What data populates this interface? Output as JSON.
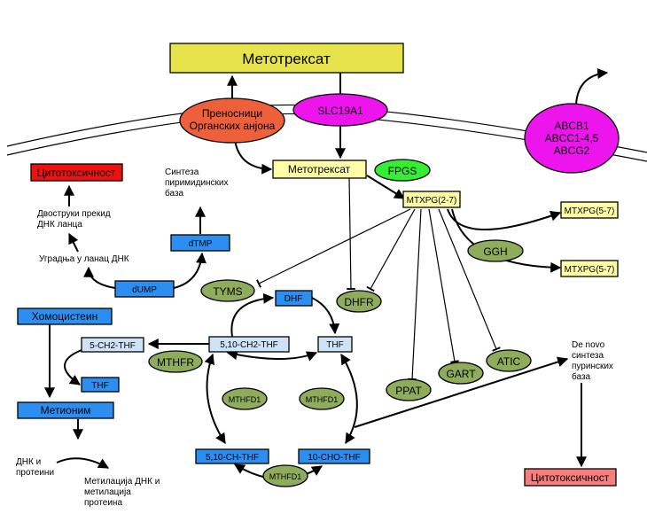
{
  "colors": {
    "yellow_box": "#e6e44a",
    "light_yellow": "#ffffa8",
    "red": "#ee1111",
    "pink": "#f87d7d",
    "orange_red": "#ee5f3b",
    "magenta": "#ee14ee",
    "green_oval": "#8fac5d",
    "bright_green": "#33ee33",
    "blue_box": "#2b8ef0",
    "light_blue_box": "#cfe3f7"
  },
  "labels": {
    "methotrexate_title": "Метотрексат",
    "transporters_line1": "Преносници",
    "transporters_line2": "Органских анјона",
    "slc19a1": "SLC19A1",
    "abc_line1": "ABCB1",
    "abc_line2": "ABCC1-4,5",
    "abc_line3": "ABCG2",
    "methotrexate_inner": "Метотрексат",
    "fpgs": "FPGS",
    "mtxpg_2_7": "MTXPG(2-7)",
    "mtxpg_5_7_a": "MTXPG(5-7)",
    "mtxpg_5_7_b": "MTXPG(5-7)",
    "ggh": "GGH",
    "cytotoxicity_left": "Цитотоксичност",
    "double_break_line1": "Двоструки прекид",
    "double_break_line2": "ДНК ланца",
    "incorporation": "Уградња у ланац ДНК",
    "pyrimidine_line1": "Синтеза",
    "pyrimidine_line2": "пиримидинских",
    "pyrimidine_line3": "база",
    "dtmp": "dTMP",
    "dump": "dUMP",
    "tyms": "TYMS",
    "dhf": "DHF",
    "dhfr": "DHFR",
    "homocysteine": "Хомоцистеин",
    "ch2_5_thf": "5-CH2-THF",
    "ch2_510_thf": "5,10-CH2-THF",
    "thf_right": "THF",
    "thf_left": "THF",
    "mthfr": "MTHFR",
    "methionine": "Метионим",
    "mthfd1_a": "MTHFD1",
    "mthfd1_b": "MTHFD1",
    "mthfd1_c": "MTHFD1",
    "ch_510_thf": "5,10-CH-THF",
    "cho_10_thf": "10-CHO-THF",
    "ppat": "PPAT",
    "gart": "GART",
    "atic": "ATIC",
    "purine_line1": "De novo",
    "purine_line2": "синтеза",
    "purine_line3": "пуринских",
    "purine_line4": "база",
    "cytotoxicity_right": "Цитотоксичност",
    "dna_proteins_line1": "ДНК и",
    "dna_proteins_line2": "протеини",
    "methylation_line1": "Метилација ДНК и",
    "methylation_line2": "метилација",
    "methylation_line3": "протеина"
  }
}
